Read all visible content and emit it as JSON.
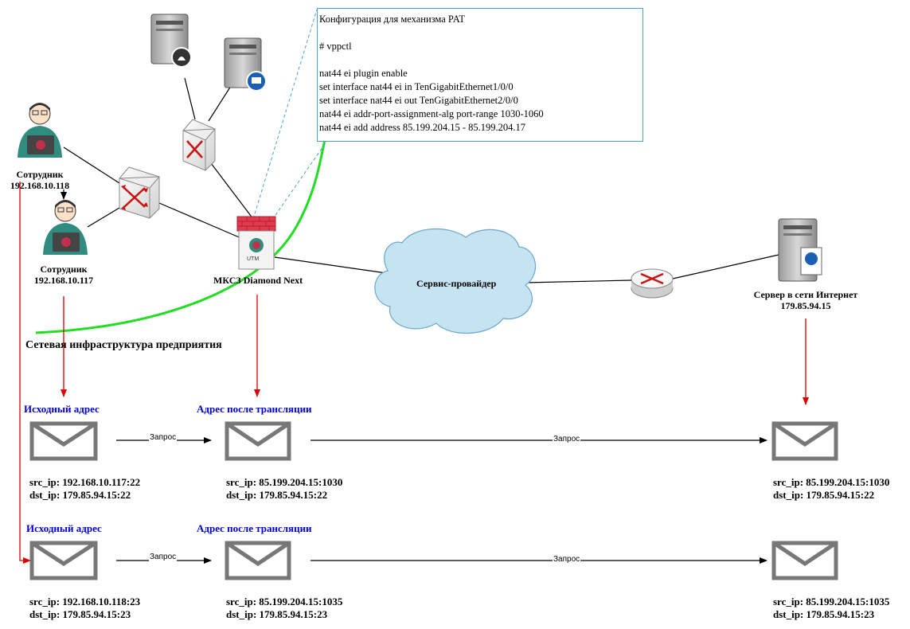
{
  "config": {
    "title": "Конфигурация для механизма PAT",
    "lines": [
      "# vppctl",
      "",
      "nat44 ei plugin enable",
      "set interface nat44 ei in TenGigabitEthernet1/0/0",
      "set interface nat44 ei out TenGigabitEthernet2/0/0",
      "nat44 ei addr-port-assignment-alg port-range 1030-1060",
      "nat44 ei add address 85.199.204.15 - 85.199.204.17"
    ]
  },
  "nodes": {
    "emp1": {
      "role": "Сотрудник",
      "ip": "192.168.10.118"
    },
    "emp2": {
      "role": "Сотрудник",
      "ip": "192.168.10.117"
    },
    "firewall": {
      "name": "МКСЗ Diamond Next",
      "badge": "UTM"
    },
    "cloud": {
      "name": "Сервис-провайдер"
    },
    "server": {
      "name": "Сервер в сети Интернет",
      "ip": "179.85.94.15"
    }
  },
  "infra_label": "Сетевая инфраструктура предприятия",
  "row1": {
    "src_heading": "Исходный адрес",
    "nat_heading": "Адрес после трансляции",
    "arrow1": "Запрос",
    "arrow2": "Запрос",
    "src": {
      "src_ip": "src_ip: 192.168.10.117:22",
      "dst_ip": "dst_ip: 179.85.94.15:22"
    },
    "nat": {
      "src_ip": "src_ip: 85.199.204.15:1030",
      "dst_ip": "dst_ip: 179.85.94.15:22"
    },
    "dst": {
      "src_ip": "src_ip: 85.199.204.15:1030",
      "dst_ip": "dst_ip: 179.85.94.15:22"
    }
  },
  "row2": {
    "src_heading": "Исходный адрес",
    "nat_heading": "Адрес после трансляции",
    "arrow1": "Запрос",
    "arrow2": "Запрос",
    "src": {
      "src_ip": "src_ip: 192.168.10.118:23",
      "dst_ip": "dst_ip: 179.85.94.15:23"
    },
    "nat": {
      "src_ip": "src_ip: 85.199.204.15:1035",
      "dst_ip": "dst_ip: 179.85.94.15:23"
    },
    "dst": {
      "src_ip": "src_ip: 85.199.204.15:1035",
      "dst_ip": "dst_ip: 179.85.94.15:23"
    }
  },
  "colors": {
    "heading_blue": "#0000cc",
    "red_arrow": "#e00000",
    "green_boundary": "#22dd22",
    "config_border": "#4aa3c8",
    "cloud_fill": "#c6e3f2"
  }
}
